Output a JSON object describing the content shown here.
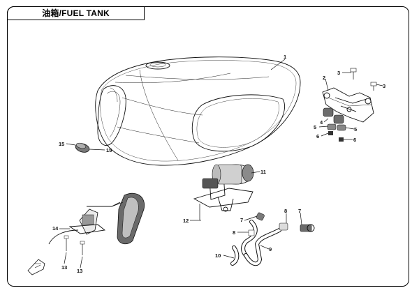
{
  "title": "油箱/FUEL TANK",
  "callouts": [
    "1",
    "2",
    "3",
    "3",
    "4",
    "5",
    "5",
    "6",
    "6",
    "7",
    "7",
    "8",
    "8",
    "9",
    "10",
    "11",
    "12",
    "13",
    "13",
    "14",
    "15",
    "15"
  ]
}
